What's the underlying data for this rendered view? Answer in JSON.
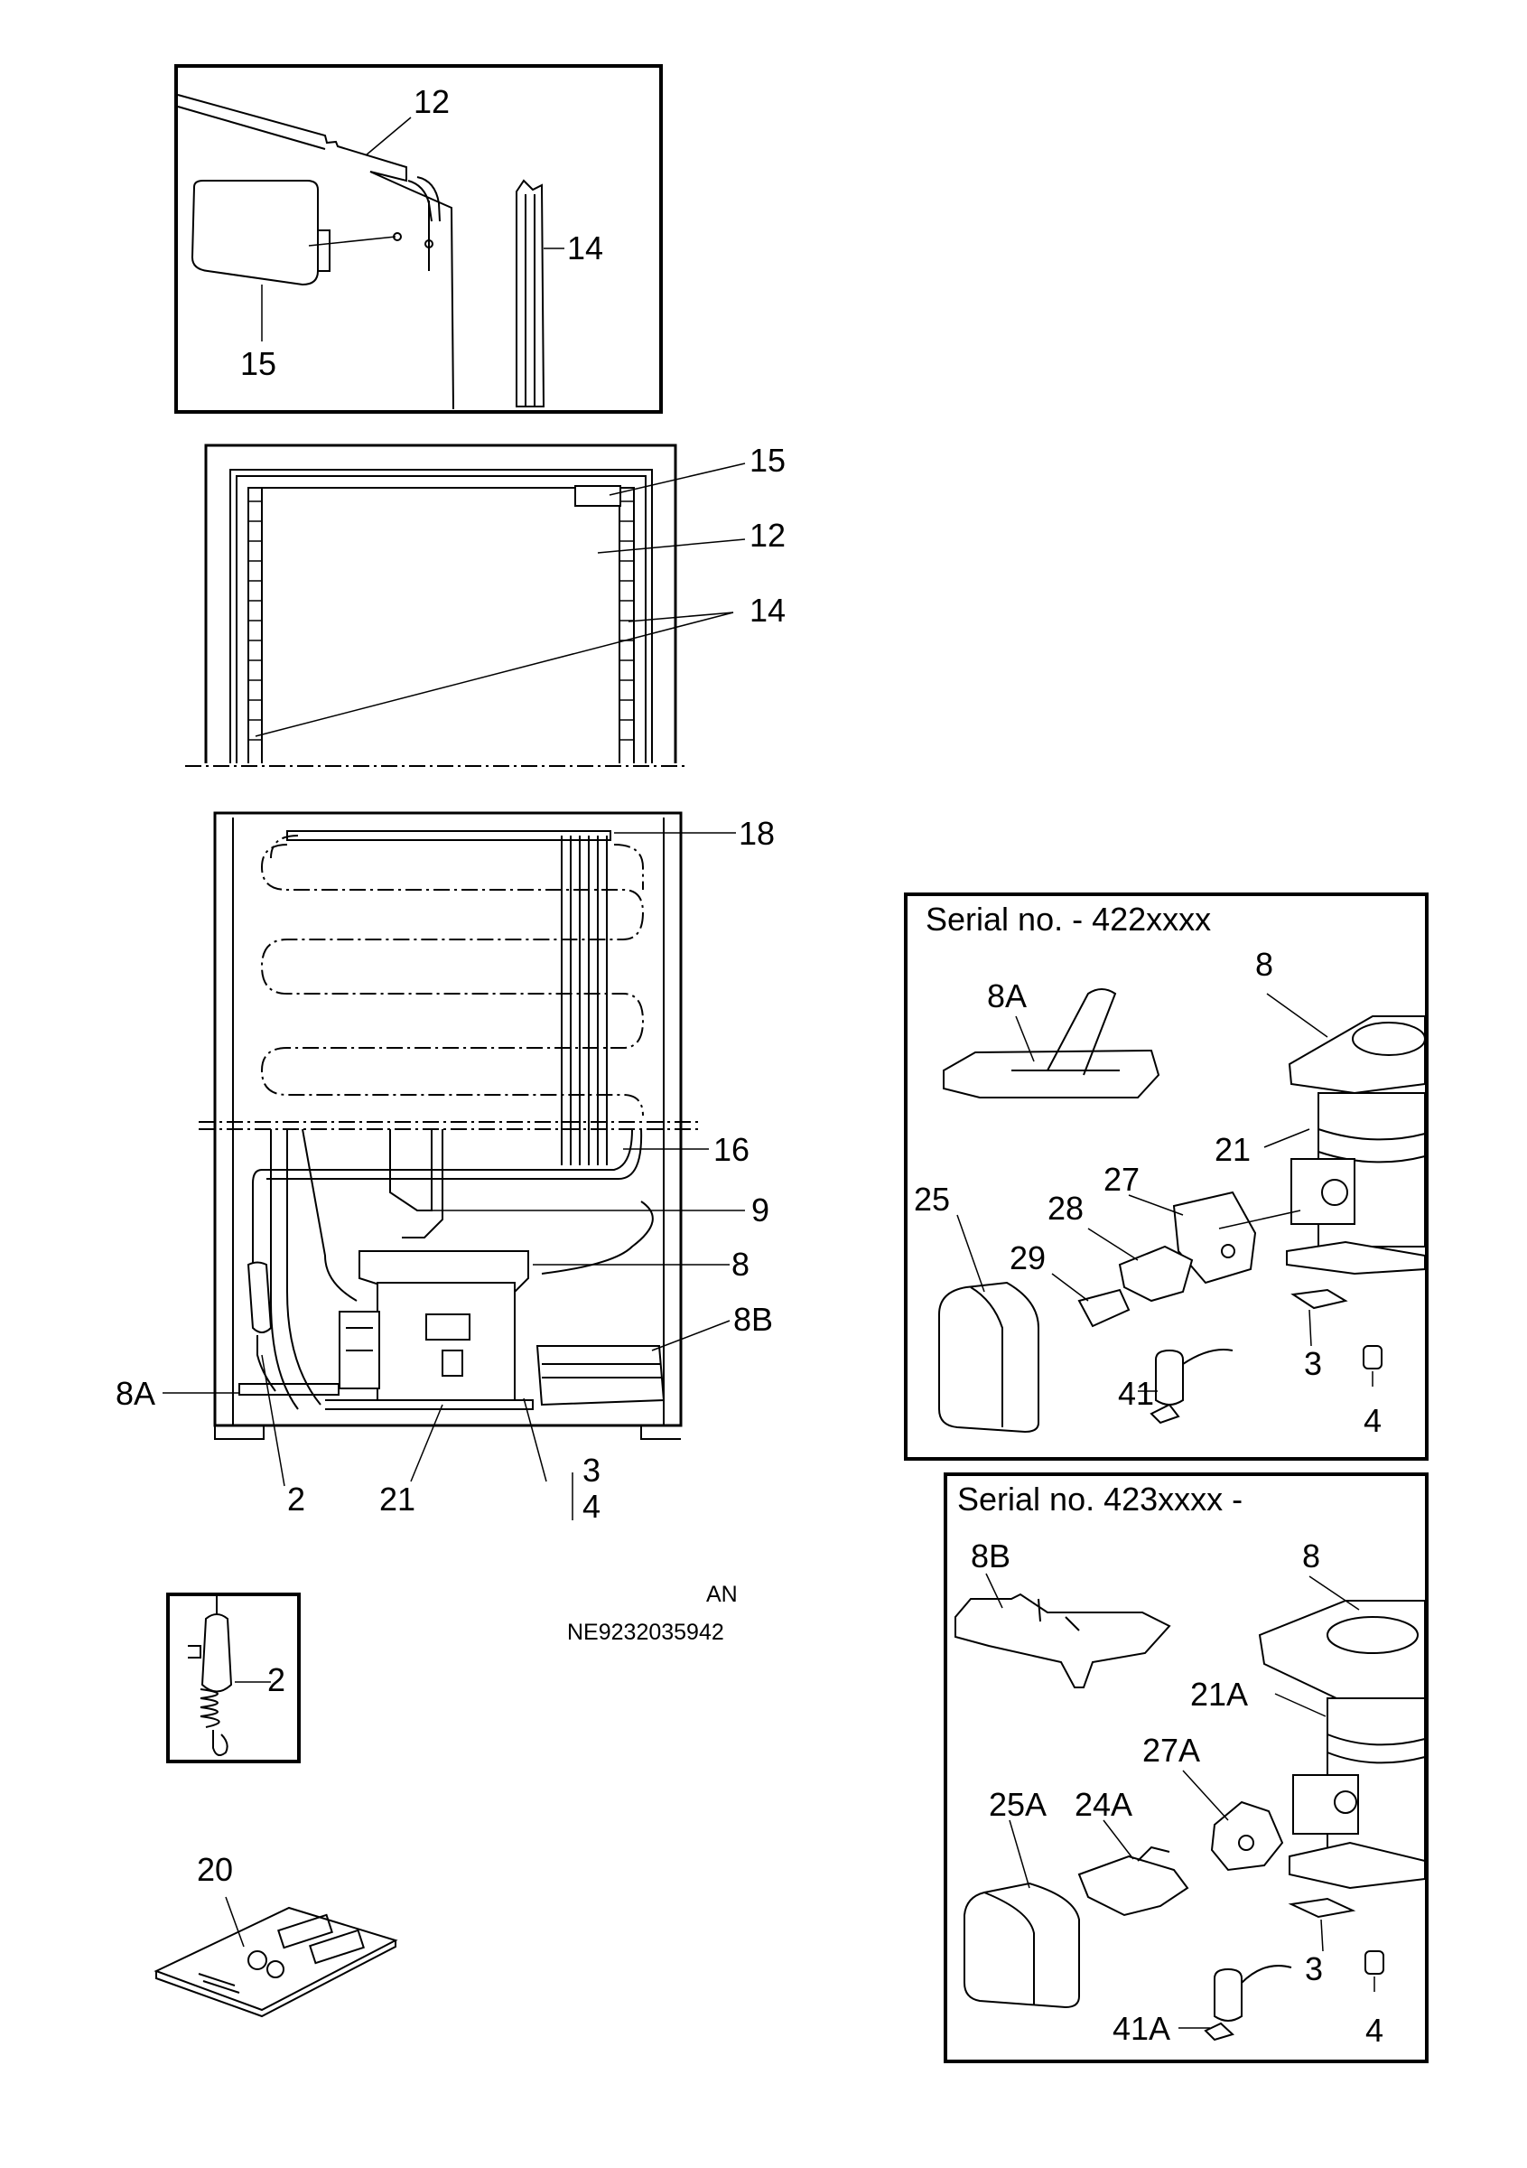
{
  "views": {
    "door_detail": {
      "labels": {
        "seal_a": "12",
        "seal_strip": "14",
        "plug": "15"
      }
    },
    "door_front": {
      "labels": {
        "plug": "15",
        "panel": "12",
        "seal": "14"
      }
    },
    "cabinet_rear": {
      "labels": {
        "condenser": "18",
        "tube": "16",
        "drain": "9",
        "compressor_top": "8",
        "tray": "8B",
        "tray_left": "8A",
        "thermo": "2",
        "compressor": "21",
        "clip": "3",
        "foot": "4"
      }
    },
    "thermo_detail": {
      "labels": {
        "thermo": "2"
      }
    },
    "manual": {
      "labels": {
        "manual": "20"
      }
    },
    "drawing_code": {
      "line1": "AN",
      "line2": "NE9232035942"
    },
    "serial_422": {
      "header": "Serial no. - 422xxxx",
      "labels": {
        "tray": "8A",
        "compressor_top": "8",
        "compressor": "21",
        "cover": "25",
        "relay_housing": "27",
        "relay": "28",
        "connector": "29",
        "clip": "3",
        "capacitor": "41",
        "foot": "4"
      }
    },
    "serial_423": {
      "header": "Serial no. 423xxxx -",
      "labels": {
        "tray": "8B",
        "compressor_top": "8",
        "compressor": "21A",
        "relay_housing": "27A",
        "cover": "25A",
        "relay": "24A",
        "clip": "3",
        "capacitor": "41A",
        "foot": "4"
      }
    }
  }
}
